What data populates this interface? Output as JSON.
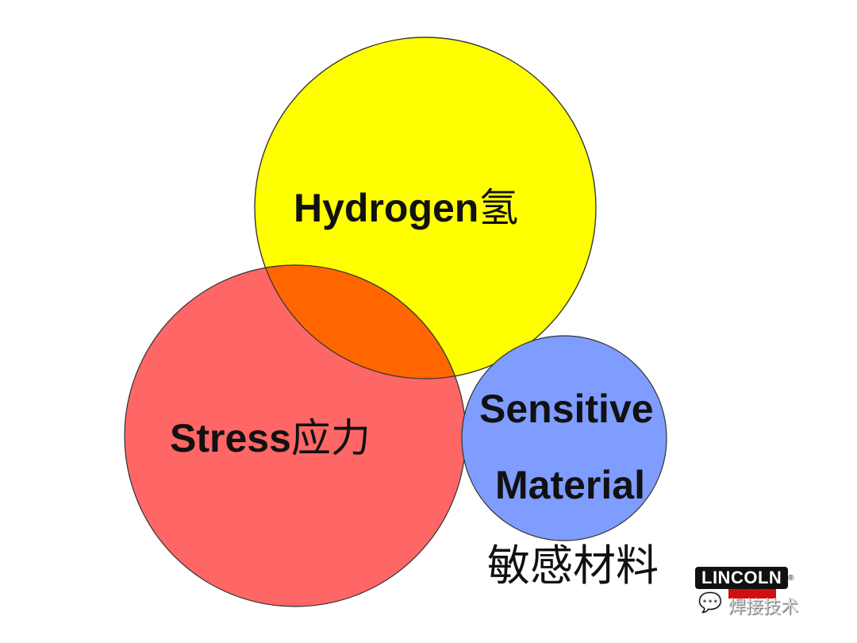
{
  "circles": {
    "hydrogen": {
      "label": "Hydrogen",
      "label_cn": "氢",
      "color": "#ffff00"
    },
    "stress": {
      "label": "Stress",
      "label_cn": "应力",
      "color": "#ff6666"
    },
    "material": {
      "label_line1": "Sensitive",
      "label_line2": "Material",
      "label_cn": "敏感材料",
      "color": "#7f9cff"
    },
    "overlap_color": "#ff6600"
  },
  "logo": {
    "brand": "LINCOLN",
    "registered": "®"
  },
  "watermark": {
    "text": "焊接技术"
  }
}
